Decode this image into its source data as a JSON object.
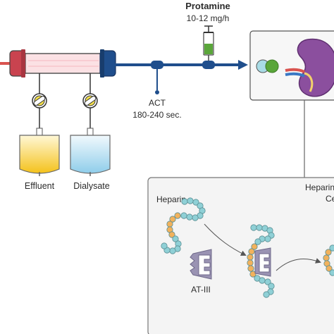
{
  "protamine": {
    "title": "Protamine",
    "dose": "10-12 mg/h"
  },
  "act": {
    "label": "ACT",
    "range": "180-240 sec."
  },
  "bags": {
    "effluent": "Effluent",
    "dialysate": "Dialysate"
  },
  "mechanism": {
    "heparin": "Heparin",
    "at3": "AT-III",
    "complex_line1": "Heparin",
    "complex_line2": "Ce"
  },
  "colors": {
    "blood_line": "#1f4e8c",
    "arterial_line": "#d9534f",
    "effluent_fluid": "#f4c21b",
    "dialysate_fluid": "#a9d8f0",
    "protamine_fluid": "#5aa63a",
    "heparin_bead": "#8fd0d6",
    "heparin_active": "#f2b25c",
    "at3_body": "#9a93b3"
  }
}
